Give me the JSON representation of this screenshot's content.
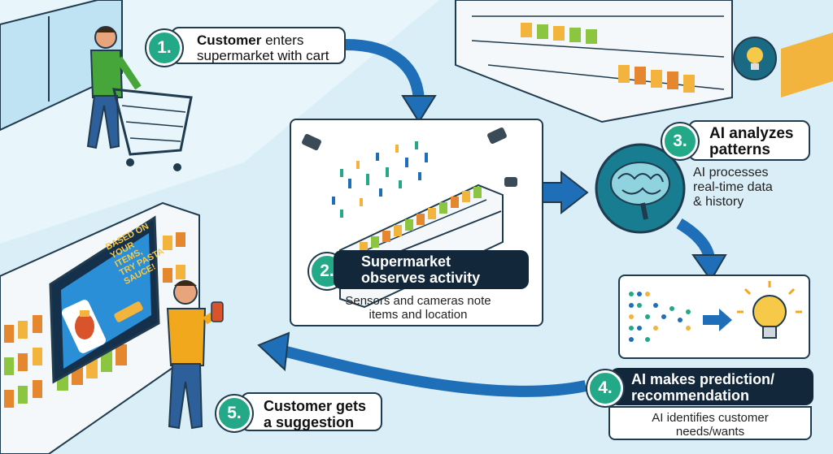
{
  "steps": [
    {
      "number": "1.",
      "title_bold": "Customer",
      "title_rest": " enters",
      "title_line2": "supermarket with cart"
    },
    {
      "number": "2.",
      "title_line1": "Supermarket",
      "title_line2": "observes activity",
      "desc_line1": "Sensors and cameras note",
      "desc_line2": "items and location"
    },
    {
      "number": "3.",
      "title_line1": "AI analyzes",
      "title_line2": "patterns",
      "desc_line1": "AI processes",
      "desc_line2": "real-time data",
      "desc_line3": "& history"
    },
    {
      "number": "4.",
      "title_line1": "AI makes prediction/",
      "title_line2": "recommendation",
      "desc_line1": "AI identifies customer",
      "desc_line2": "needs/wants"
    },
    {
      "number": "5.",
      "title_line1": "Customer gets",
      "title_line2": "a suggestion"
    }
  ],
  "screen_ad": {
    "line1": "BASED ON",
    "line2": "YOUR",
    "line3": "ITEMS,",
    "line4": "TRY PASTA",
    "line5": "SAUCE!"
  },
  "colors": {
    "teal": "#23a987",
    "navy": "#13273a",
    "arrow_blue": "#1e6fb8",
    "floor": "#d9eef7"
  }
}
